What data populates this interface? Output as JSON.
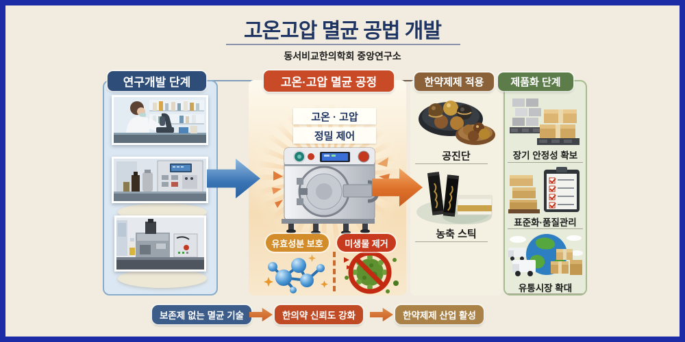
{
  "title": "고온고압 멸균 공법 개발",
  "subtitle": "동서비교한의학회 중앙연구소",
  "columns": {
    "research": {
      "header": "연구개발 단계"
    },
    "process": {
      "header": "고온·고압 멸균 공정",
      "condition_labels": [
        "고온 · 고압",
        "정밀 제어"
      ],
      "effect_badges": [
        {
          "label": "유효성분 보호",
          "color": "#d28d2a"
        },
        {
          "label": "미생물 제거",
          "color": "#c83a1d"
        }
      ]
    },
    "application": {
      "header": "한약제제 적용",
      "items": [
        {
          "label": "공진단"
        },
        {
          "label": "농축 스틱"
        }
      ]
    },
    "product": {
      "header": "제품화 단계",
      "items": [
        {
          "label": "장기 안정성 확보"
        },
        {
          "label": "표준화·품질관리"
        },
        {
          "label": "유통시장 확대"
        }
      ]
    }
  },
  "bottom_flow": [
    {
      "label": "보존제 없는 멸균 기술",
      "color": "#3c5c89"
    },
    {
      "label": "한의약 신뢰도 강화",
      "color": "#bf4a23"
    },
    {
      "label": "한약제제 산업 활성",
      "color": "#aa8146"
    }
  ],
  "palette": {
    "frame": "#1c2ca6",
    "background": "#f1ecdf",
    "title_text": "#1e3462",
    "research_header": "#2e4d79",
    "process_header": "#c94a26",
    "application_header": "#8a6138",
    "product_header": "#5c7d49"
  }
}
